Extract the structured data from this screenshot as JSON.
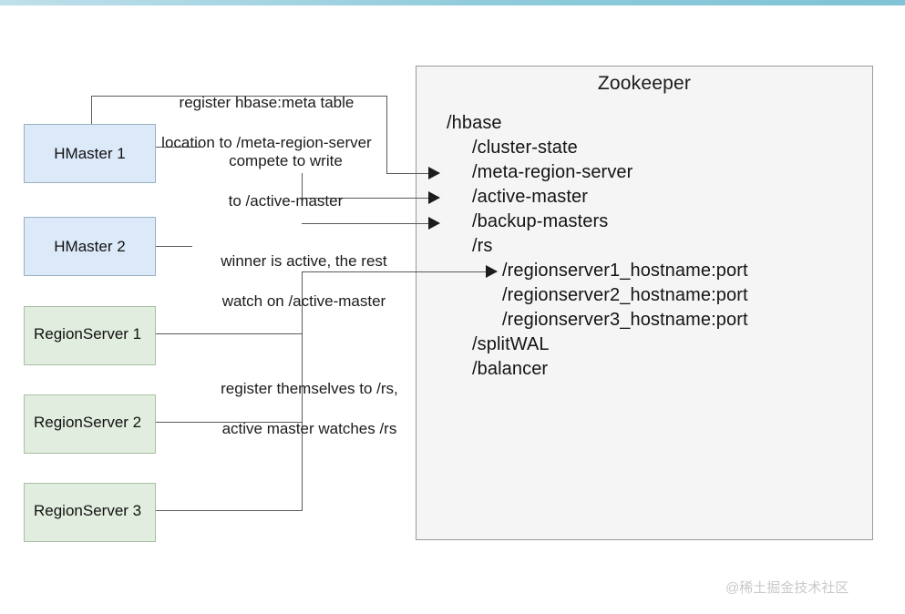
{
  "diagram": {
    "title": "HBase Zookeeper coordination diagram",
    "colors": {
      "hmaster_fill": "#dce9f8",
      "hmaster_border": "#9aafc4",
      "regionserver_fill": "#e1edde",
      "regionserver_border": "#a9bfa4",
      "panel_fill": "#f5f5f5",
      "panel_border": "#9a9a9a",
      "connector": "#5a5a5a",
      "arrow": "#1c1c1c",
      "topbar": "#8fcbdb",
      "watermark": "#c9c9c9"
    }
  },
  "zookeeper": {
    "title": "Zookeeper",
    "tree": [
      {
        "label": "/hbase",
        "indent": 0
      },
      {
        "label": "/cluster-state",
        "indent": 1
      },
      {
        "label": "/meta-region-server",
        "indent": 1
      },
      {
        "label": "/active-master",
        "indent": 1
      },
      {
        "label": "/backup-masters",
        "indent": 1
      },
      {
        "label": "/rs",
        "indent": 1
      },
      {
        "label": "/regionserver1_hostname:port",
        "indent": 2
      },
      {
        "label": "/regionserver2_hostname:port",
        "indent": 2
      },
      {
        "label": "/regionserver3_hostname:port",
        "indent": 2
      },
      {
        "label": "/splitWAL",
        "indent": 1
      },
      {
        "label": "/balancer",
        "indent": 1
      }
    ]
  },
  "nodes": {
    "hmaster1": "HMaster 1",
    "hmaster2": "HMaster 2",
    "regionserver1": "RegionServer 1",
    "regionserver2": "RegionServer 2",
    "regionserver3": "RegionServer 3"
  },
  "annotations": {
    "meta_register_line1": "register hbase:meta table",
    "meta_register_line2": "location to /meta-region-server",
    "compete_line1": "compete to write",
    "compete_line2": "to /active-master",
    "winner_line1": "winner is active, the rest",
    "winner_line2": "watch on /active-master",
    "rs_register_line1": "register themselves to /rs,",
    "rs_register_line2": "active master watches /rs"
  },
  "watermark": {
    "text": "@稀土掘金技术社区"
  }
}
